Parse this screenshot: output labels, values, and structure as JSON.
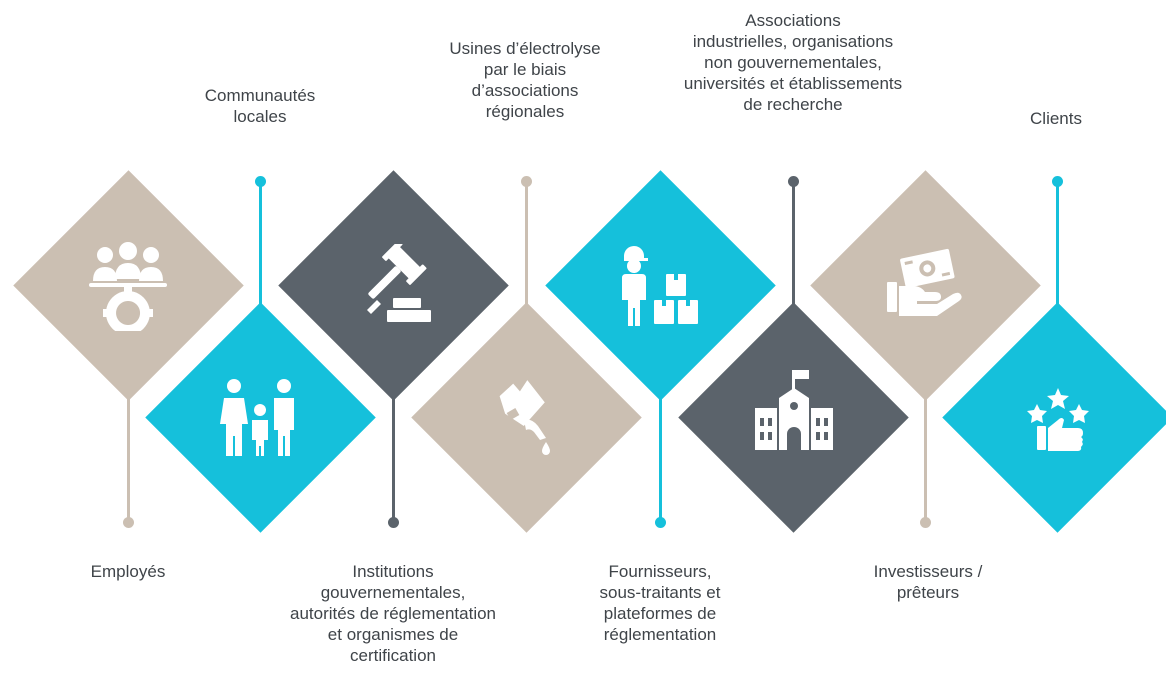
{
  "colors": {
    "beige": "#cbbfb2",
    "cyan": "#15c0db",
    "slate": "#5b636b",
    "text": "#3f4449"
  },
  "stakeholders": [
    {
      "label": "Employés",
      "icon": "team-gear-icon",
      "color": "beige"
    },
    {
      "label": "Communautés\nlocales",
      "icon": "family-icon",
      "color": "cyan"
    },
    {
      "label": "Institutions\ngouvernementales,\nautorités de réglementation\net organismes de\ncertification",
      "icon": "gavel-icon",
      "color": "slate"
    },
    {
      "label": "Usines d’électrolyse\npar le biais\nd’associations\nrégionales",
      "icon": "factory-drop-icon",
      "color": "beige"
    },
    {
      "label": "Fournisseurs,\nsous-traitants et\nplateformes de\nréglementation",
      "icon": "worker-boxes-icon",
      "color": "cyan"
    },
    {
      "label": "Associations\nindustrielles, organisations\nnon gouvernementales,\nuniversités et établissements\nde recherche",
      "icon": "school-building-icon",
      "color": "slate"
    },
    {
      "label": "Investisseurs /\nprêteurs",
      "icon": "money-hand-icon",
      "color": "beige"
    },
    {
      "label": "Clients",
      "icon": "stars-thumbs-up-icon",
      "color": "cyan"
    }
  ]
}
